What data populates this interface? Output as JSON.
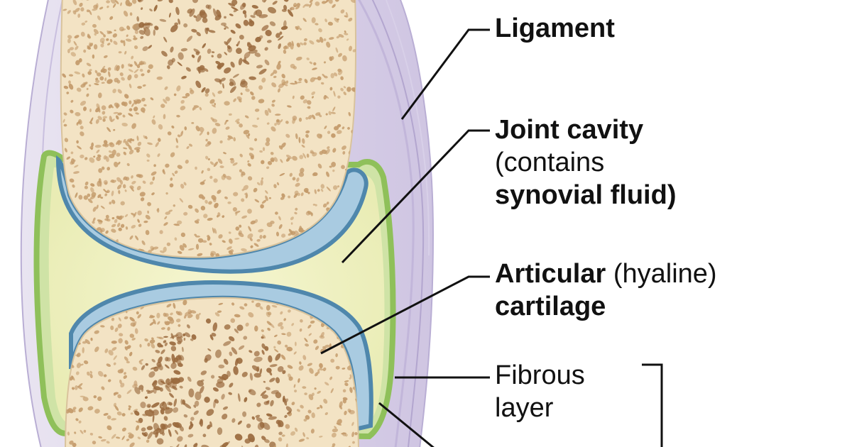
{
  "labels": {
    "ligament": "Ligament",
    "joint_cavity": {
      "title": "Joint cavity",
      "line2": "(contains",
      "line3": "synovial fluid)"
    },
    "articular_cartilage": {
      "bold": "Articular",
      "normal": " (hyaline)",
      "line2": "cartilage"
    },
    "fibrous_layer": {
      "line1": "Fibrous",
      "line2": "layer"
    }
  },
  "colors": {
    "bone": "#f3e3c4",
    "spongy_pores": "#b88a5a",
    "marrow_dark": "#8e5a32",
    "cartilage": "#9fc3dc",
    "cartilage_edge": "#4f87ac",
    "synovial_fluid": "#f0f0b8",
    "fibrous_layer": "#9fcb6a",
    "ligament": "#ddd6ea",
    "ligament_edge": "#a99cc6",
    "leader_line": "#111111",
    "text": "#111111"
  }
}
